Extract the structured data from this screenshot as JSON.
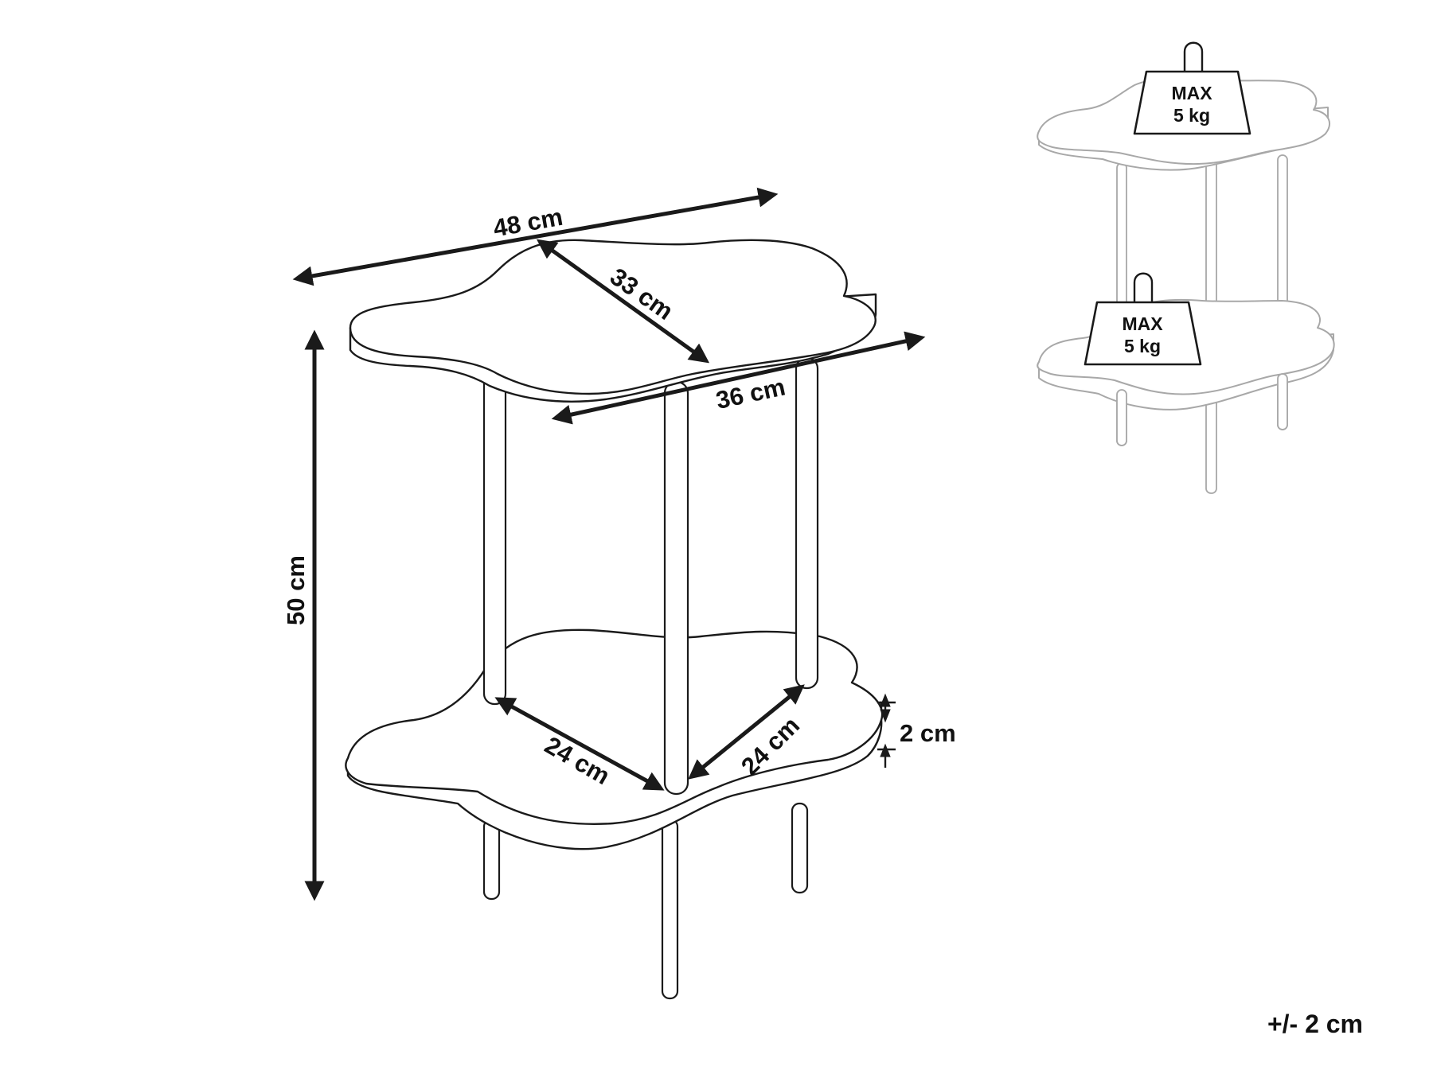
{
  "dimensions": {
    "width_overall": "48 cm",
    "diagonal_top": "33 cm",
    "depth_top": "36 cm",
    "height": "50 cm",
    "shelf_side_left": "24 cm",
    "shelf_side_right": "24 cm",
    "shelf_thickness": "2 cm"
  },
  "load": {
    "top_shelf": {
      "line1": "MAX",
      "line2": "5 kg"
    },
    "bottom_shelf": {
      "line1": "MAX",
      "line2": "5 kg"
    }
  },
  "tolerance": "+/- 2 cm",
  "colors": {
    "line": "#1a1a1a",
    "faint_line": "#a8a8a8",
    "background": "#ffffff"
  },
  "icons": {
    "arrows": "double-headed-arrow",
    "weights": "kettlebell-weight-icon"
  }
}
